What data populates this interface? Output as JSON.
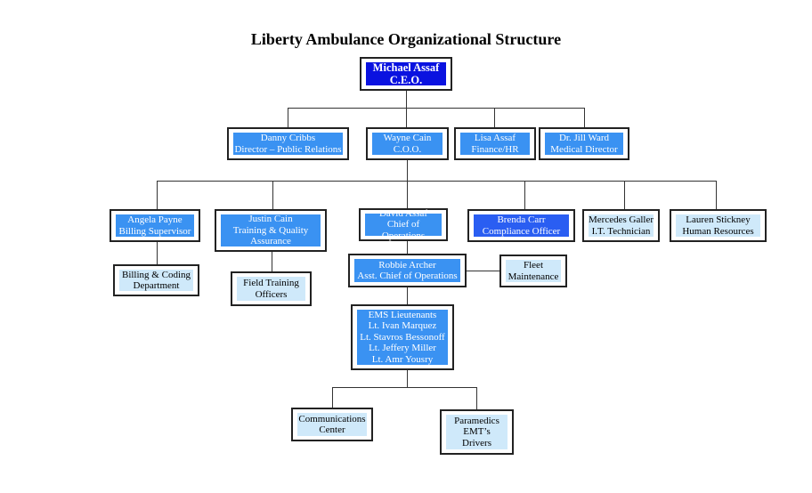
{
  "title": "Liberty Ambulance Organizational Structure",
  "nodes": {
    "ceo": {
      "name": "Michael Assaf",
      "role": "C.E.O."
    },
    "danny": {
      "name": "Danny Cribbs",
      "role": "Director – Public Relations"
    },
    "wayne": {
      "name": "Wayne Cain",
      "role": "C.O.O."
    },
    "lisa": {
      "name": "Lisa Assaf",
      "role": "Finance/HR"
    },
    "jill": {
      "name": "Dr. Jill Ward",
      "role": "Medical Director"
    },
    "angela": {
      "name": "Angela Payne",
      "role": "Billing Supervisor"
    },
    "justin": {
      "name": "Justin Cain",
      "role": "Training & Quality",
      "role2": "Assurance"
    },
    "david": {
      "name": "David Assaf",
      "role": "Chief of Operations"
    },
    "brenda": {
      "name": "Brenda Carr",
      "role": "Compliance Officer"
    },
    "mercedes": {
      "name": "Mercedes Galler",
      "role": "I.T. Technician"
    },
    "lauren": {
      "name": "Lauren Stickney",
      "role": "Human Resources"
    },
    "billing": {
      "line1": "Billing & Coding",
      "line2": "Department"
    },
    "field": {
      "line1": "Field Training",
      "line2": "Officers"
    },
    "robbie": {
      "name": "Robbie Archer",
      "role": "Asst. Chief of Operations"
    },
    "fleet": {
      "line1": "Fleet",
      "line2": "Maintenance"
    },
    "ems": {
      "lines": [
        "EMS Lieutenants",
        "Lt. Ivan Marquez",
        "Lt. Stavros Bessonoff",
        "Lt. Jeffery Miller",
        "Lt. Amr Yousry"
      ]
    },
    "comms": {
      "line1": "Communications",
      "line2": "Center"
    },
    "paramedics": {
      "lines": [
        "Paramedics",
        "EMT’s",
        "Drivers"
      ]
    }
  }
}
